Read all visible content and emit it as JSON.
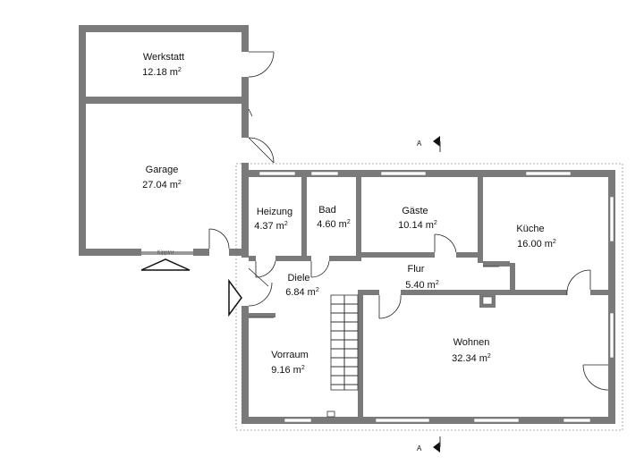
{
  "rooms": [
    {
      "id": "werkstatt",
      "name": "Werkstatt",
      "area": "12.18 m",
      "sup": "2"
    },
    {
      "id": "garage",
      "name": "Garage",
      "area": "27.04 m",
      "sup": "2"
    },
    {
      "id": "heizung",
      "name": "Heizung",
      "area": "4.37 m",
      "sup": "2"
    },
    {
      "id": "bad",
      "name": "Bad",
      "area": "4.60 m",
      "sup": "2"
    },
    {
      "id": "gaeste",
      "name": "Gäste",
      "area": "10.14 m",
      "sup": "2"
    },
    {
      "id": "kueche",
      "name": "Küche",
      "area": "16.00 m",
      "sup": "2"
    },
    {
      "id": "diele",
      "name": "Diele",
      "area": "6.84 m",
      "sup": "2"
    },
    {
      "id": "flur",
      "name": "Flur",
      "area": "5.40 m",
      "sup": "2"
    },
    {
      "id": "vorraum",
      "name": "Vorraum",
      "area": "9.16 m",
      "sup": "2"
    },
    {
      "id": "wohnen",
      "name": "Wohnen",
      "area": "32.34 m",
      "sup": "2"
    }
  ],
  "labels": {
    "kipptor": "Kipptor",
    "section_top": "A",
    "section_bottom": "A"
  }
}
